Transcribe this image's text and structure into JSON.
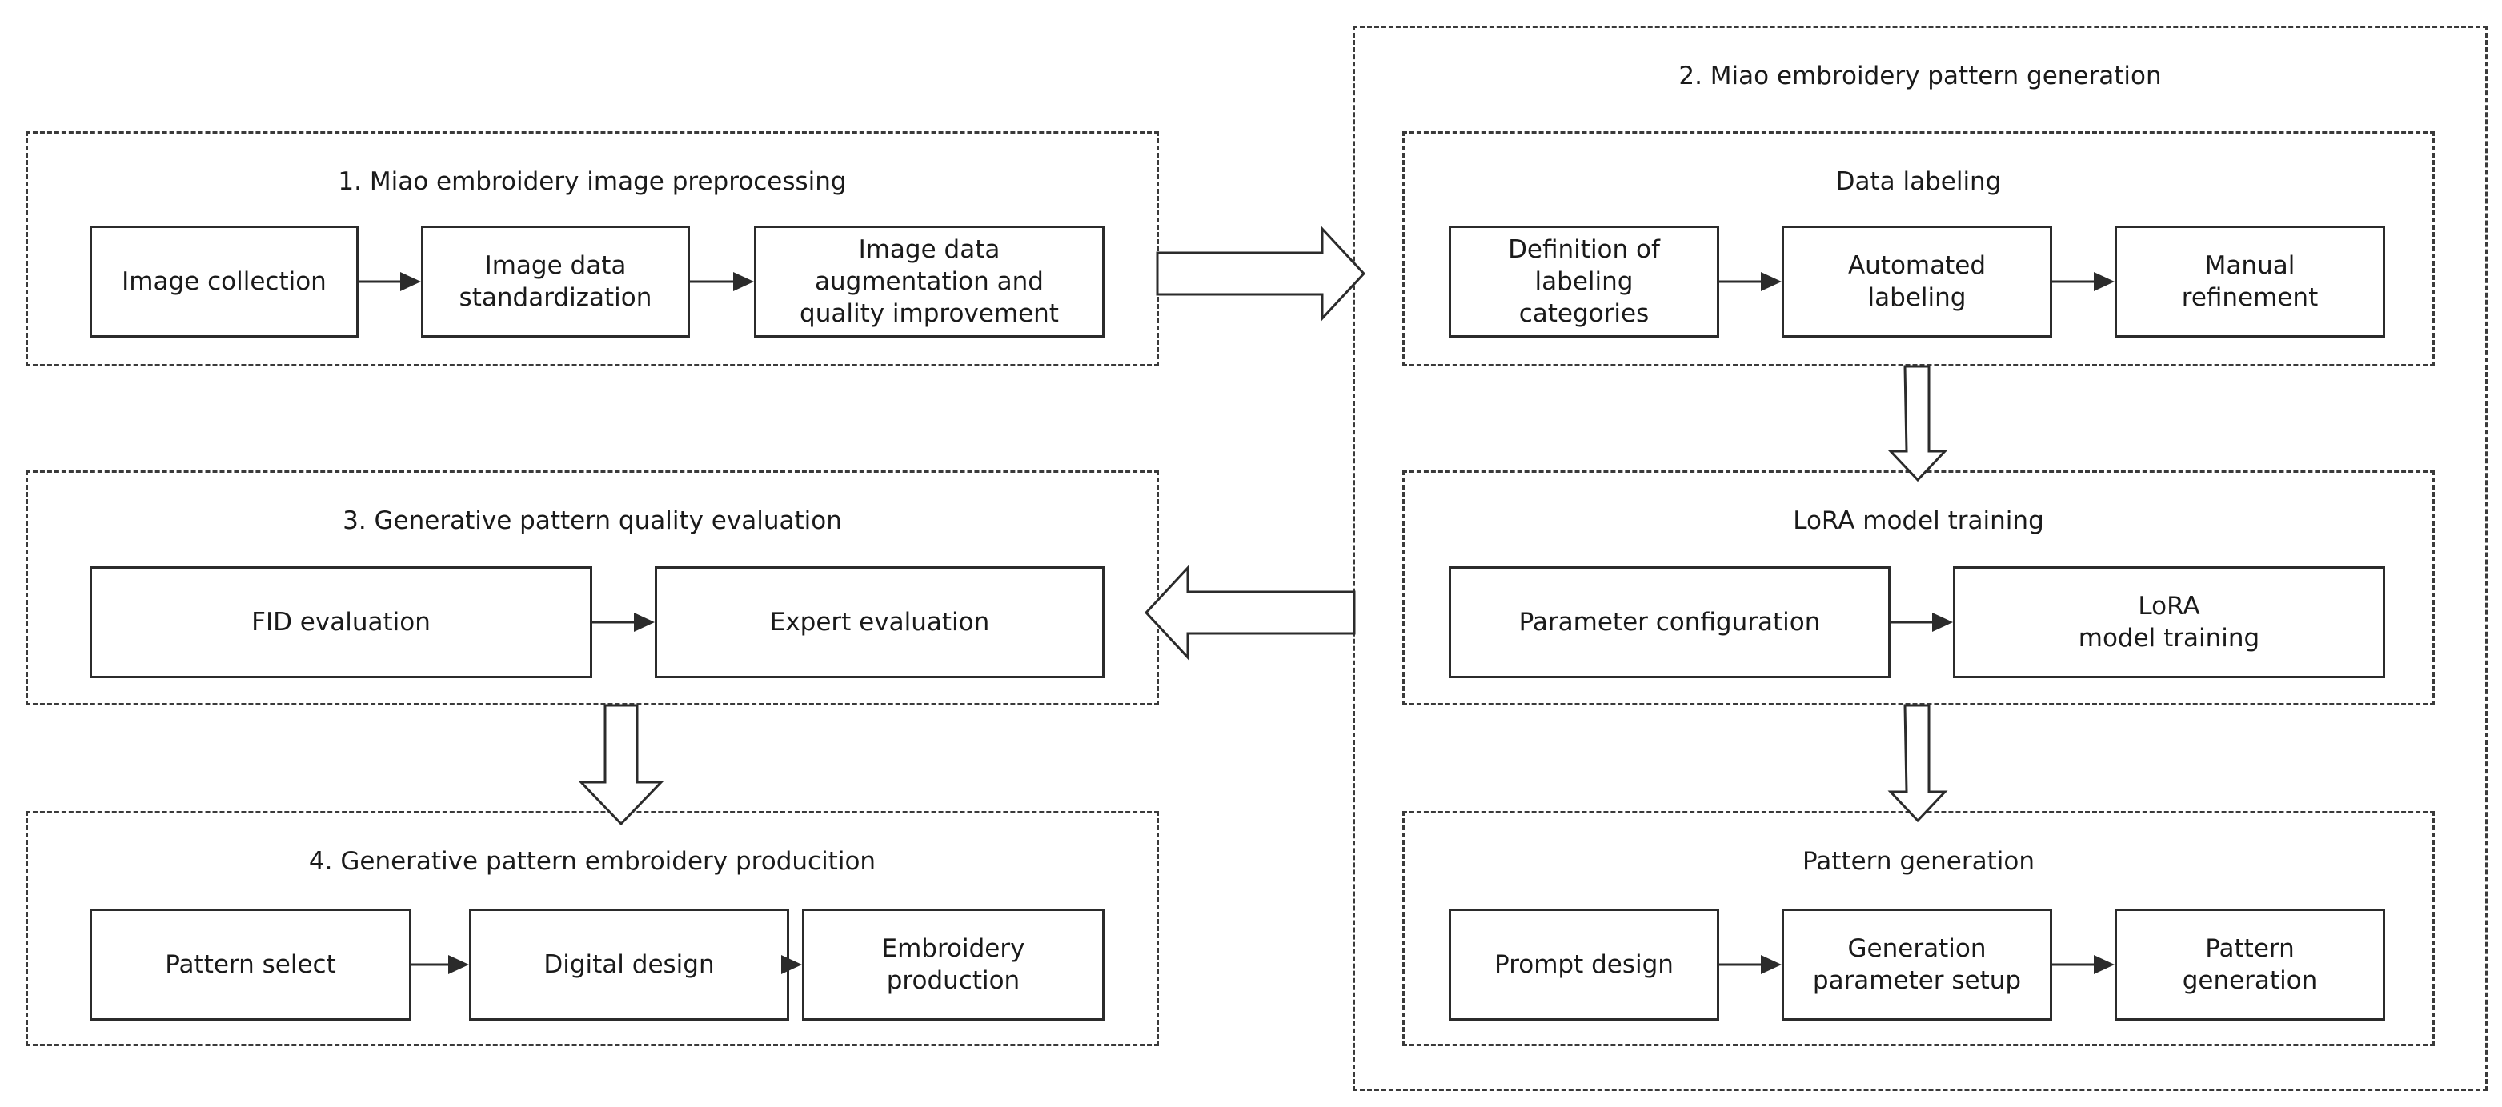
{
  "groups": {
    "preprocessing": {
      "title": "1. Miao embroidery image preprocessing",
      "steps": [
        "Image collection",
        "Image data\nstandardization",
        "Image data\naugmentation and\nquality improvement"
      ]
    },
    "generation": {
      "title": "2. Miao embroidery pattern generation",
      "data_labeling": {
        "title": "Data labeling",
        "steps": [
          "Definition of\nlabeling\ncategories",
          "Automated\nlabeling",
          "Manual\nrefinement"
        ]
      },
      "lora_training": {
        "title": "LoRA model training",
        "steps": [
          "Parameter configuration",
          "LoRA\nmodel training"
        ]
      },
      "pattern_generation": {
        "title": "Pattern generation",
        "steps": [
          "Prompt design",
          "Generation\nparameter setup",
          "Pattern\ngeneration"
        ]
      }
    },
    "evaluation": {
      "title": "3. Generative pattern quality evaluation",
      "steps": [
        "FID evaluation",
        "Expert evaluation"
      ]
    },
    "production": {
      "title": "4. Generative pattern embroidery producition",
      "steps": [
        "Pattern select",
        "Digital design",
        "Embroidery\nproduction"
      ]
    }
  }
}
